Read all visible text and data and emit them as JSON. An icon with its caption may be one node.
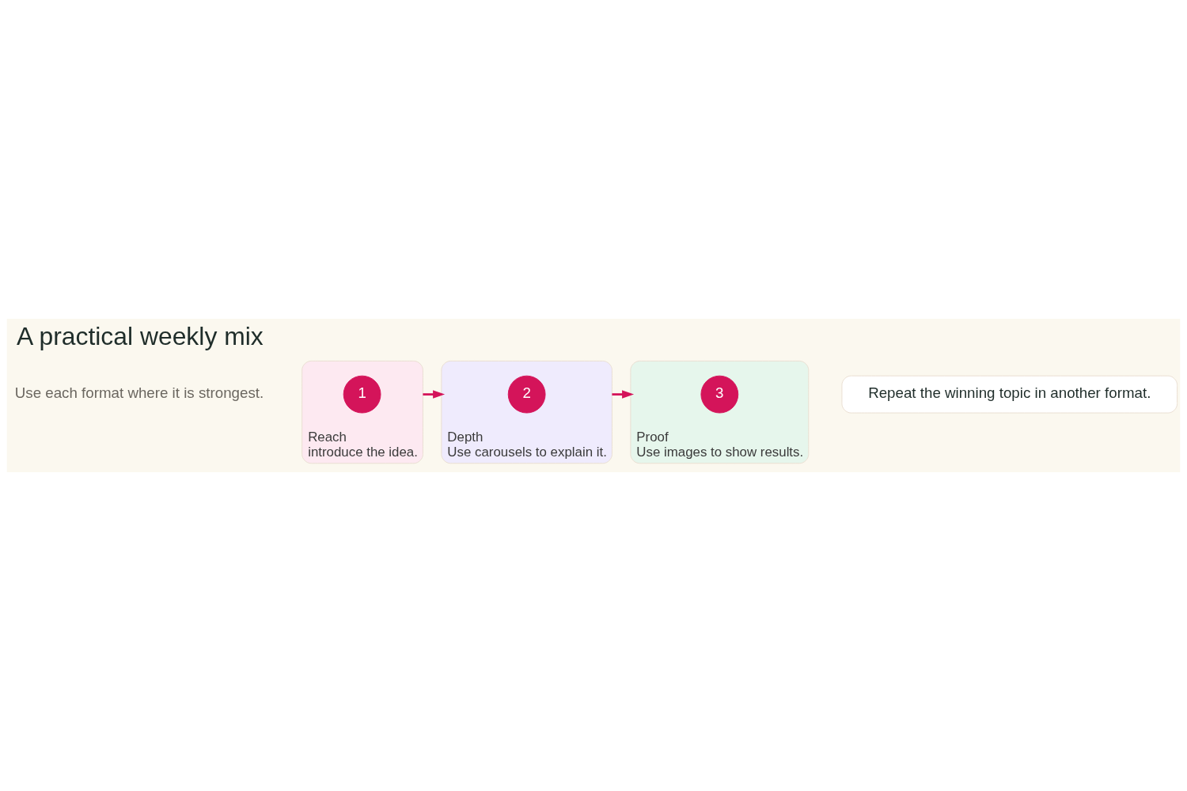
{
  "diagram": {
    "title": "A practical weekly mix",
    "nodes": [
      {
        "text": [
          "Reach",
          "introduce the idea."
        ]
      },
      {
        "text": [
          "1"
        ],
        "in": 0
      },
      {
        "text": [
          "Depth",
          "Use carousels to explain it."
        ]
      },
      {
        "text": [
          "2"
        ],
        "in": 2
      },
      {
        "text": [
          "Proof",
          "Use images to show results."
        ]
      },
      {
        "text": [
          "3"
        ],
        "in": 4
      },
      {
        "text": [
          "Repeat the winning topic in another format."
        ]
      }
    ],
    "edges": [
      {
        "from": 0,
        "to": 2,
        "arrow": "to"
      },
      {
        "from": 2,
        "to": 4,
        "arrow": "to"
      }
    ],
    "labels": [
      "Use each format where it is strongest."
    ]
  }
}
